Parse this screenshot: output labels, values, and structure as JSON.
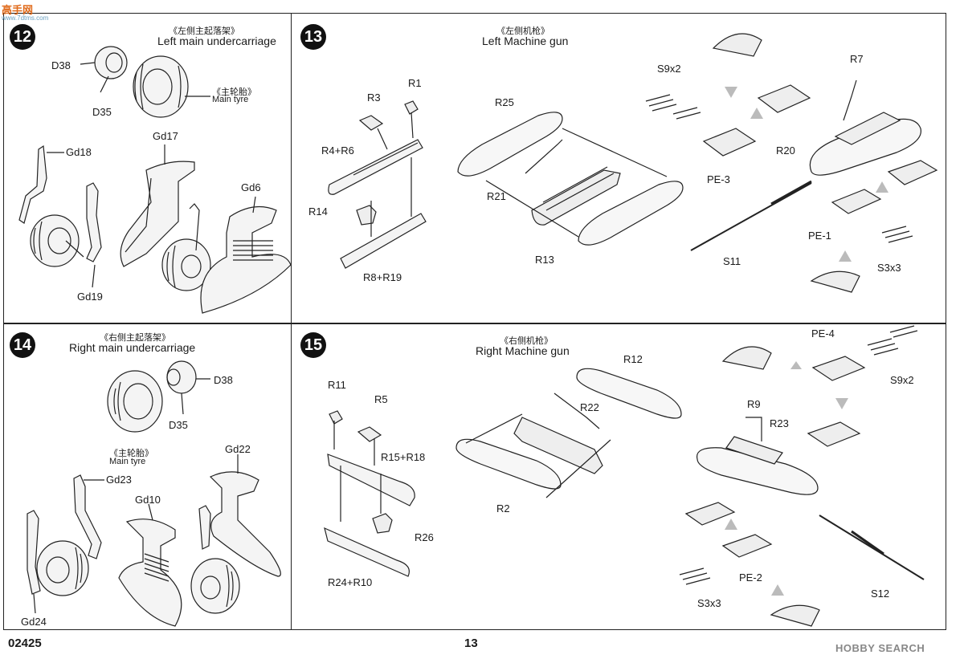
{
  "watermark": {
    "brand": "高手网",
    "url": "www.7dtms.com"
  },
  "steps": [
    {
      "number": "12",
      "title_cn": "《左侧主起落架》",
      "title_en": "Left main undercarriage",
      "labels": [
        "D38",
        "D35",
        "《主轮胎》",
        "Main tyre",
        "Gd18",
        "Gd17",
        "Gd6",
        "Gd19"
      ]
    },
    {
      "number": "13",
      "title_cn": "《左侧机枪》",
      "title_en": "Left Machine gun",
      "labels": [
        "R1",
        "R3",
        "R25",
        "S9x2",
        "R7",
        "R4+R6",
        "R20",
        "PE-3",
        "R21",
        "R14",
        "PE-1",
        "R13",
        "S11",
        "S3x3",
        "R8+R19"
      ]
    },
    {
      "number": "14",
      "title_cn": "《右侧主起落架》",
      "title_en": "Right main undercarriage",
      "labels": [
        "D38",
        "D35",
        "《主轮胎》",
        "Main tyre",
        "Gd22",
        "Gd23",
        "Gd10",
        "Gd24"
      ]
    },
    {
      "number": "15",
      "title_cn": "《右侧机枪》",
      "title_en": "Right Machine gun",
      "labels": [
        "R12",
        "PE-4",
        "S9x2",
        "R11",
        "R5",
        "R22",
        "R9",
        "R23",
        "R15+R18",
        "R2",
        "R26",
        "PE-2",
        "R24+R10",
        "S3x3",
        "S12"
      ]
    }
  ],
  "footer": {
    "code": "02425",
    "page": "13",
    "logo": "HOBBY SEARCH"
  }
}
